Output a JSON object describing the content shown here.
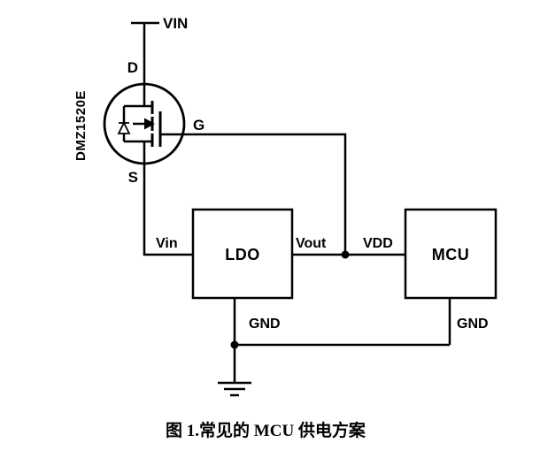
{
  "diagram": {
    "power_rail": "VIN",
    "mosfet": {
      "part": "DMZ1520E",
      "drain": "D",
      "gate": "G",
      "source": "S"
    },
    "ldo": {
      "name": "LDO",
      "input": "Vin",
      "output": "Vout",
      "ground": "GND"
    },
    "mcu": {
      "name": "MCU",
      "supply": "VDD",
      "ground": "GND"
    }
  },
  "caption": "图 1.常见的 MCU 供电方案",
  "colors": {
    "line": "#000000",
    "background": "#ffffff"
  }
}
